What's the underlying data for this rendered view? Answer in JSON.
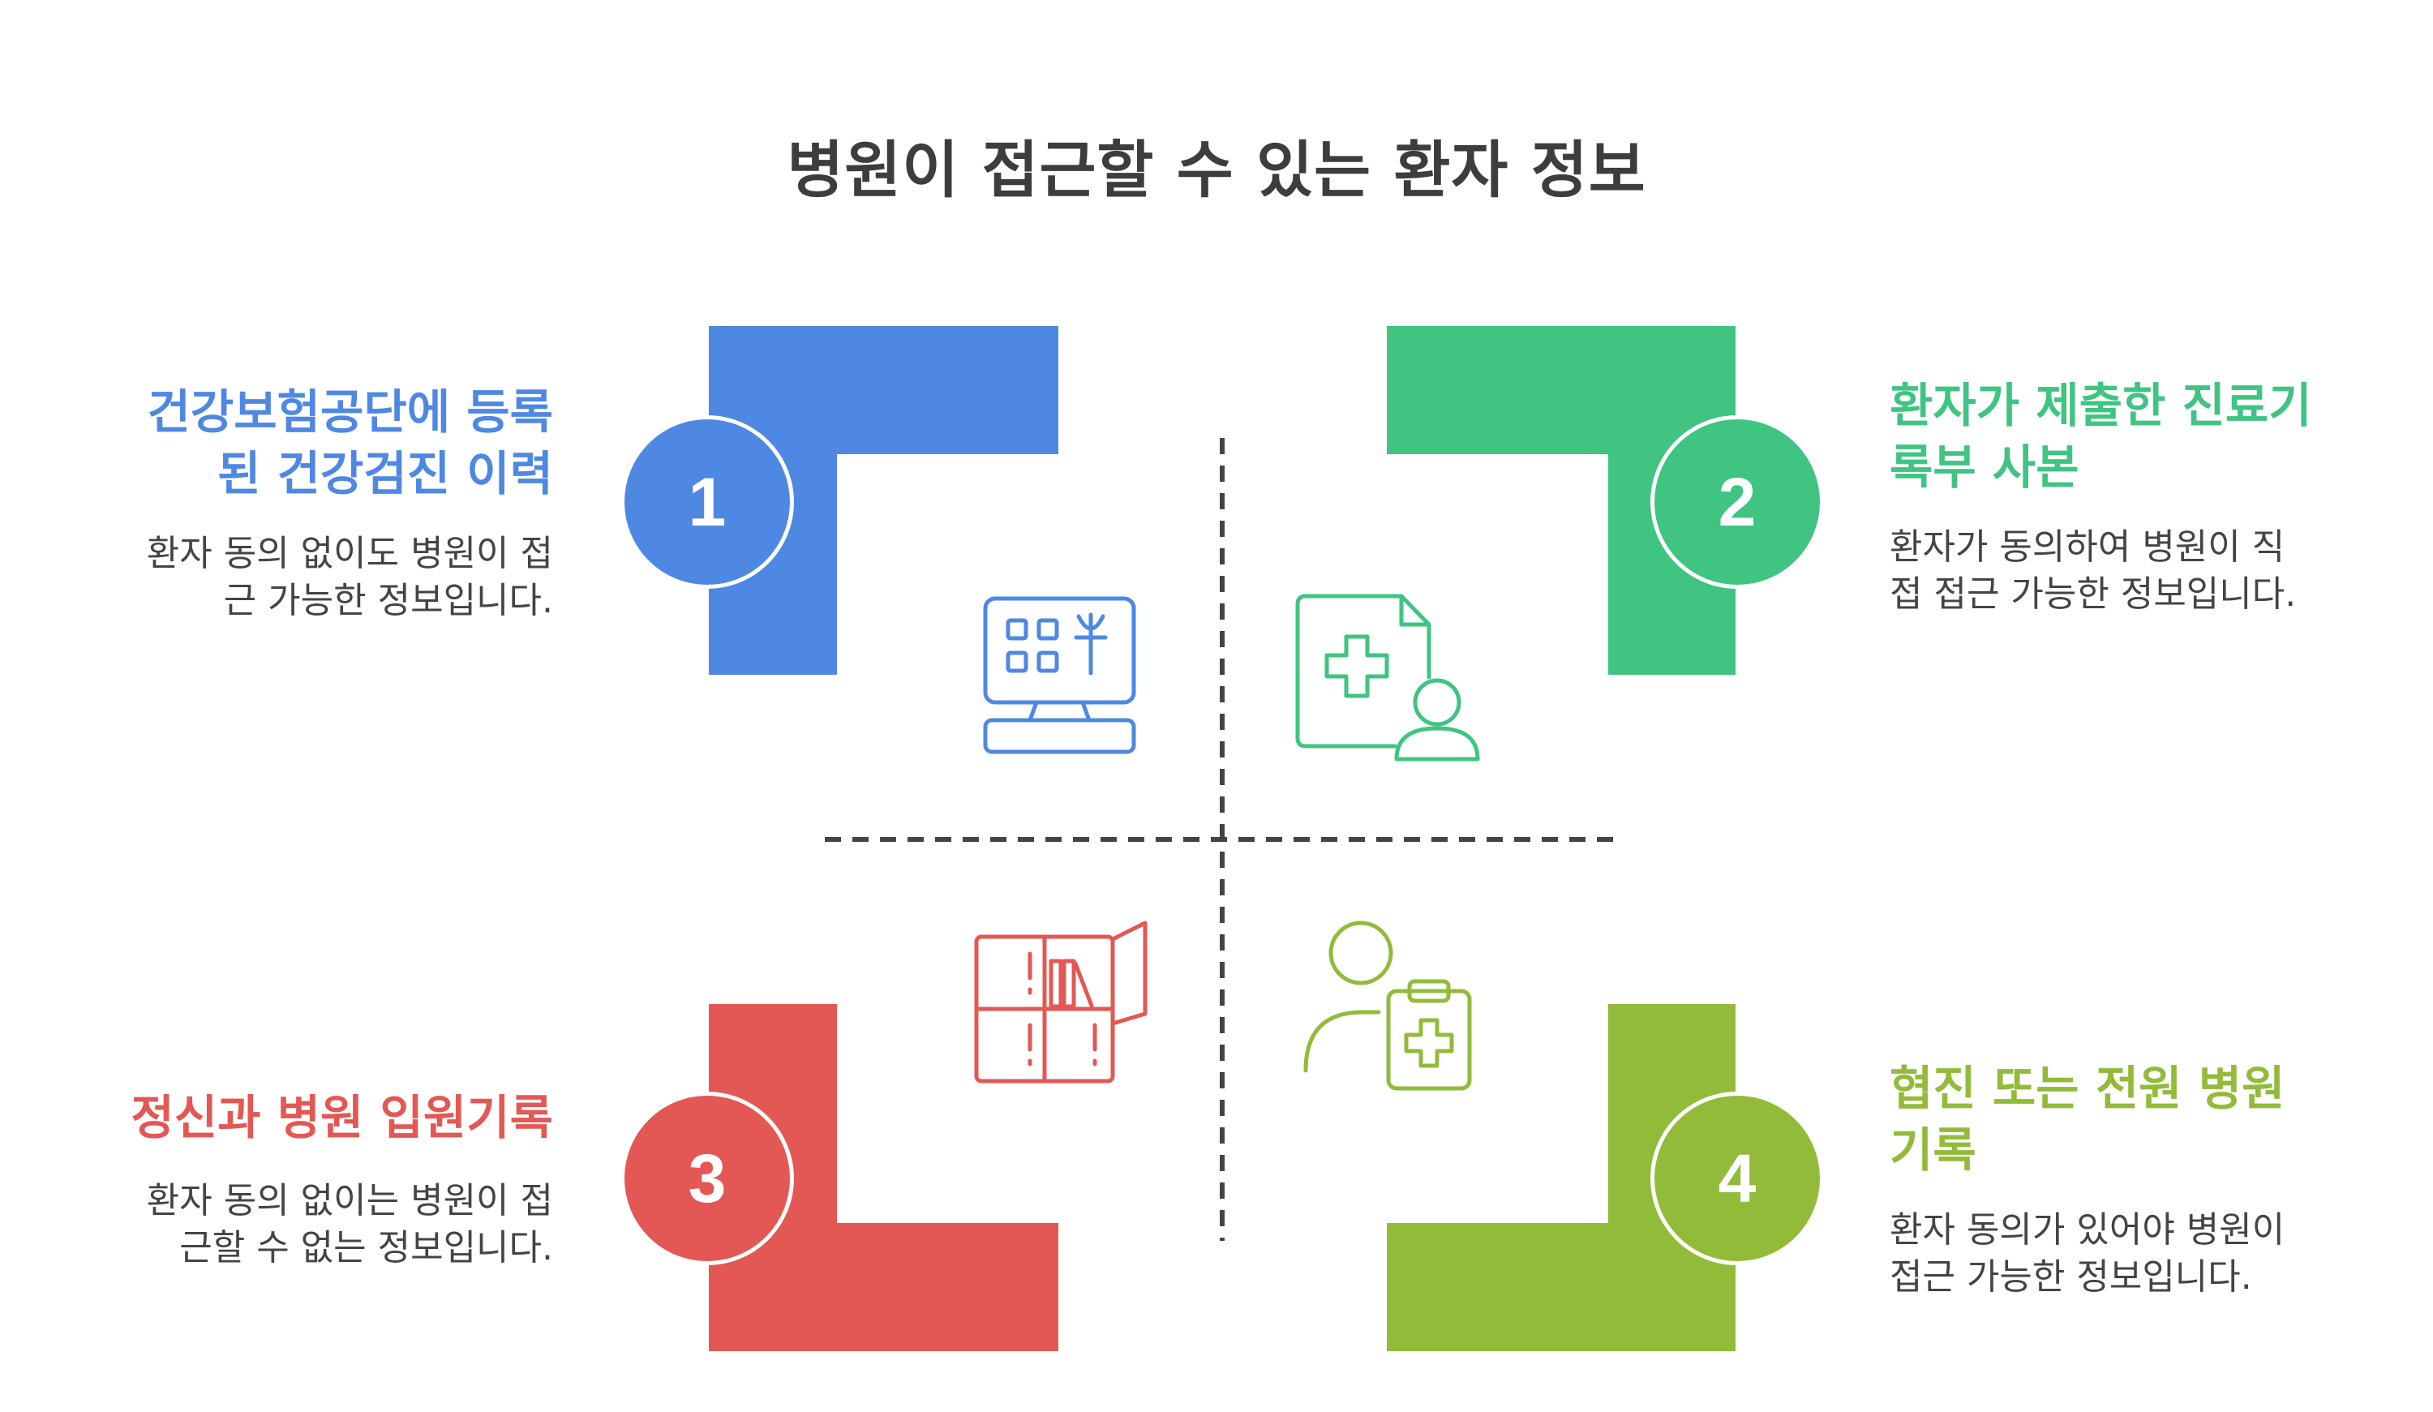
{
  "title": "병원이 접근할 수 있는 환자 정보",
  "colors": {
    "blue": "#4F88E3",
    "green": "#3FC482",
    "red": "#E35854",
    "olive": "#92BB3A",
    "title": "#3d3d3d",
    "text": "#444444",
    "divider": "#444444"
  },
  "quadrants": [
    {
      "number": "1",
      "heading_line1": "건강보험공단에 등록",
      "heading_line2": "된 건강검진 이력",
      "desc_line1": "환자 동의 없이도 병원이 접",
      "desc_line2": "근 가능한 정보입니다.",
      "icon": "computer-monitor-icon"
    },
    {
      "number": "2",
      "heading_line1": "환자가 제출한 진료기",
      "heading_line2": "록부 사본",
      "desc_line1": "환자가 동의하여 병원이 직",
      "desc_line2": "접 접근 가능한 정보입니다.",
      "icon": "medical-document-user-icon"
    },
    {
      "number": "3",
      "heading_line1": "정신과 병원 입원기록",
      "heading_line2": "",
      "desc_line1": "환자 동의 없이는 병원이 접",
      "desc_line2": "근할 수 없는 정보입니다.",
      "icon": "locked-cabinet-icon"
    },
    {
      "number": "4",
      "heading_line1": "협진 또는 전원 병원",
      "heading_line2": "기록",
      "desc_line1": "환자 동의가 있어야 병원이",
      "desc_line2": "접근 가능한 정보입니다.",
      "icon": "doctor-clipboard-icon"
    }
  ]
}
